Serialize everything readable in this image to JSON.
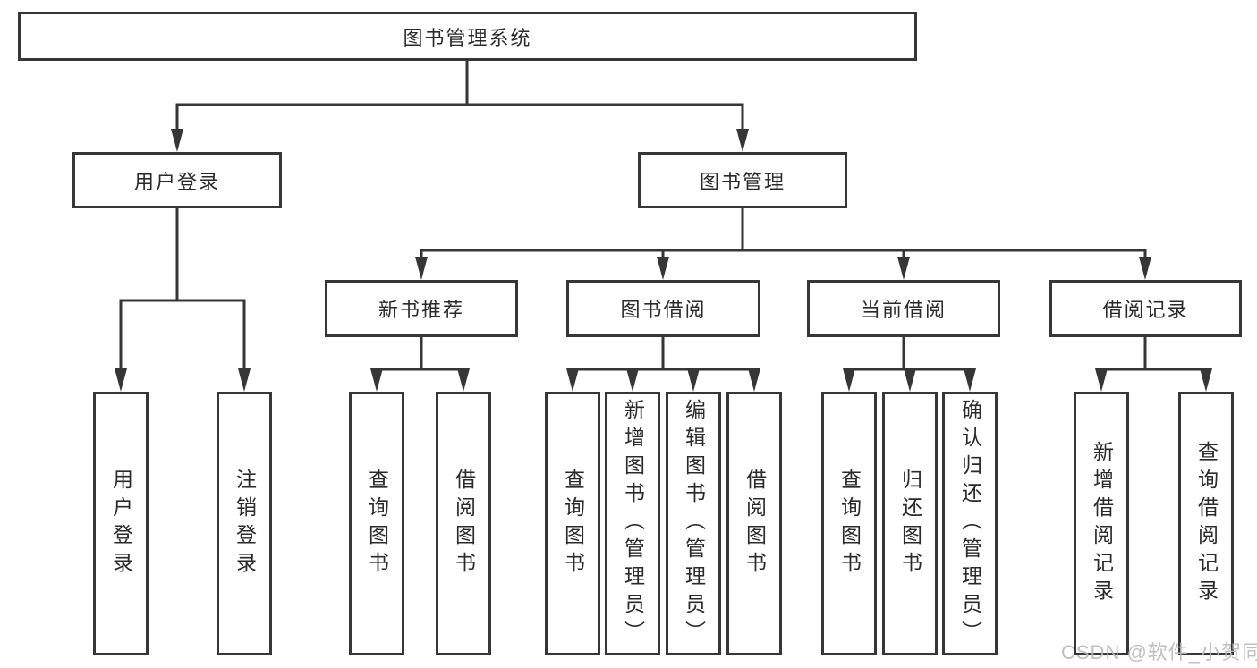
{
  "diagram": {
    "title_node": {
      "label": "图书管理系统"
    },
    "level1": [
      {
        "label": "用户登录"
      },
      {
        "label": "图书管理"
      }
    ],
    "level2": [
      {
        "label": "新书推荐"
      },
      {
        "label": "图书借阅"
      },
      {
        "label": "当前借阅"
      },
      {
        "label": "借阅记录"
      }
    ],
    "level3": [
      {
        "label": "用户登录"
      },
      {
        "label": "注销登录"
      },
      {
        "label": "查询图书"
      },
      {
        "label": "借阅图书"
      },
      {
        "label": "查询图书"
      },
      {
        "label": "新增图书（管理员）"
      },
      {
        "label": "编辑图书（管理员）"
      },
      {
        "label": "借阅图书"
      },
      {
        "label": "查询图书"
      },
      {
        "label": "归还图书"
      },
      {
        "label": "确认归还（管理员）"
      },
      {
        "label": "新增借阅记录"
      },
      {
        "label": "查询借阅记录"
      }
    ],
    "watermark": "CSDN @软件_小贺同学",
    "colors": {
      "line": "#363636",
      "text": "#2a2a2a",
      "background": "#ffffff",
      "watermark": "#b8b8b8"
    }
  }
}
